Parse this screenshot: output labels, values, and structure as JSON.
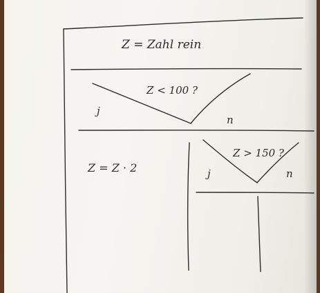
{
  "diagram": {
    "statement": "Z = Zahl rein",
    "decision1": {
      "condition": "Z < 100 ?",
      "yes_label": "j",
      "no_label": "n",
      "yes_action": "Z = Z · 2"
    },
    "decision2": {
      "condition": "Z > 150 ?",
      "yes_label": "j",
      "no_label": "n"
    }
  },
  "colors": {
    "ink": "#2b2b2b",
    "paper": "#f4f3ee",
    "background": "#5a3a24"
  }
}
